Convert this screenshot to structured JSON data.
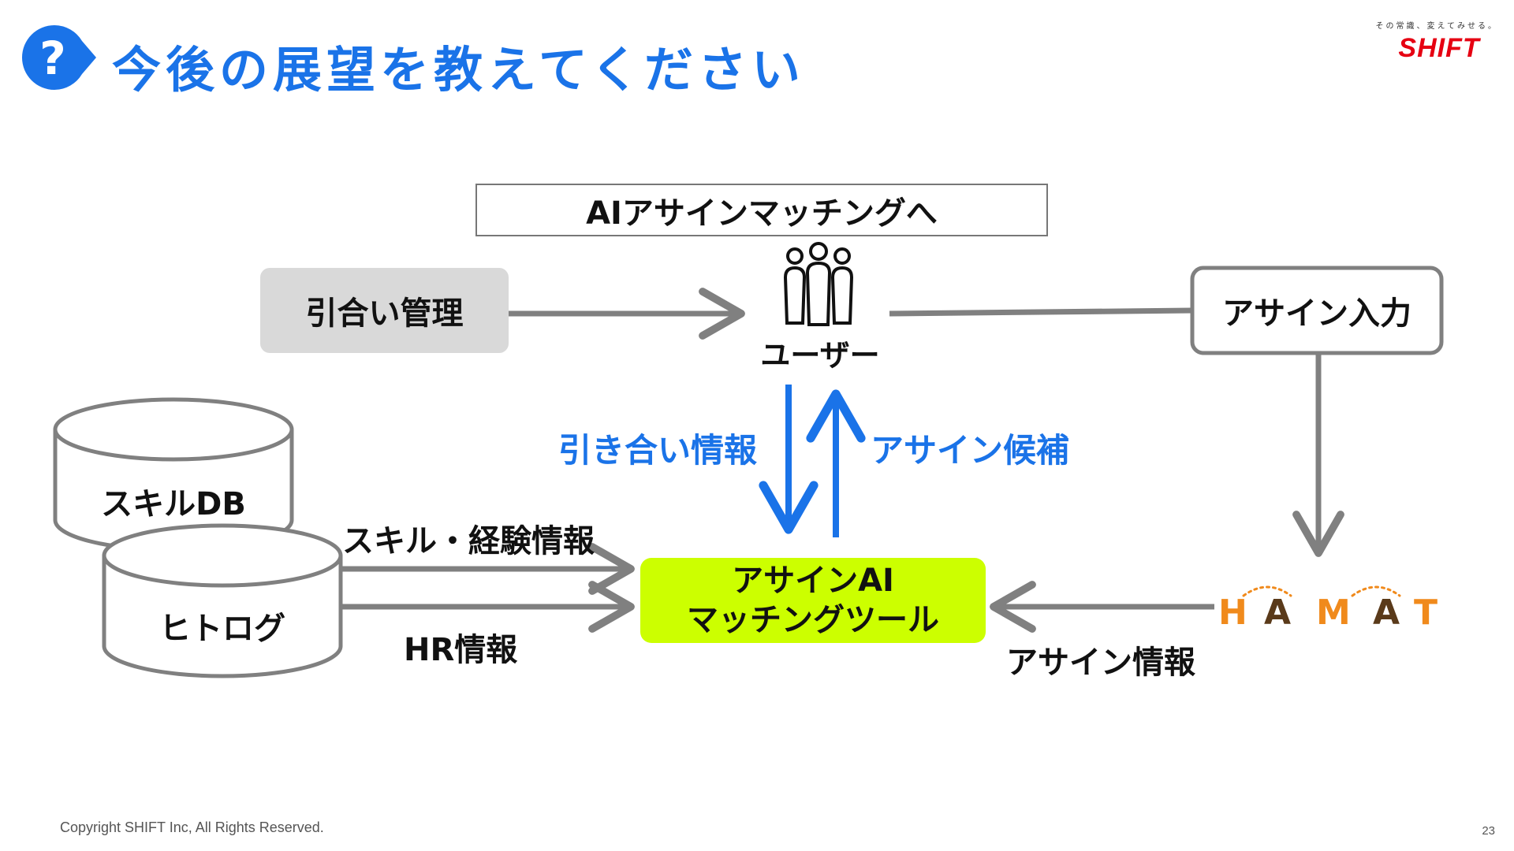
{
  "header": {
    "title": "今後の展望を教えてください",
    "tagline": "その常識、変えてみせる。",
    "logo_text": "SHIFT"
  },
  "diagram": {
    "banner": "AIアサインマッチングへ",
    "hikiai_box": "引合い管理",
    "user_label": "ユーザー",
    "assign_input_box": "アサイン入力",
    "skill_db": "スキルDB",
    "hitolog": "ヒトログ",
    "hikiai_info": "引き合い情報",
    "assign_candidate": "アサイン候補",
    "skill_exp_info": "スキル・経験情報",
    "hr_info": "HR情報",
    "tool_line1": "アサインAI",
    "tool_line2": "マッチングツール",
    "assign_info": "アサイン情報",
    "hamat_logo": "HAMAT"
  },
  "footer": {
    "copyright": "Copyright SHIFT Inc, All Rights Reserved.",
    "page_number": "23"
  },
  "colors": {
    "accent_blue": "#1a73e8",
    "arrow_gray": "#808080",
    "tool_green": "#ccff00",
    "hamat_orange": "#f08a1c",
    "hamat_brown": "#5a3a1a",
    "shift_red": "#e60012"
  }
}
